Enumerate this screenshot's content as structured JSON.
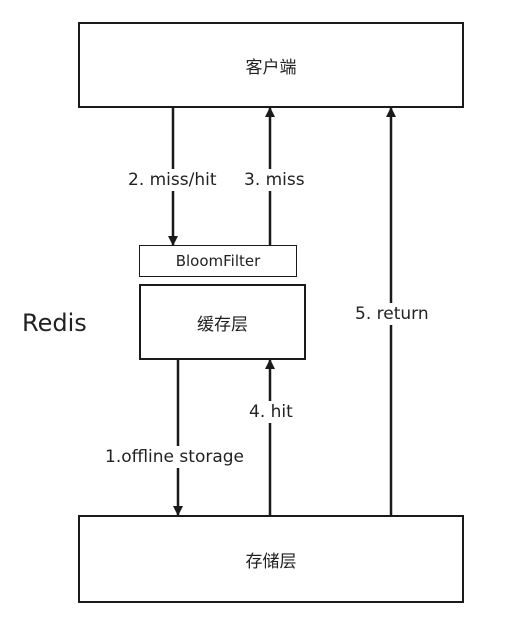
{
  "nodes": {
    "client": "客户端",
    "bloom_filter": "BloomFilter",
    "cache_layer": "缓存层",
    "storage_layer": "存储层"
  },
  "group_label": "Redis",
  "edges": {
    "miss_hit": "2. miss/hit",
    "miss": "3. miss",
    "offline_storage": "1.offline storage",
    "hit": "4. hit",
    "return": "5. return"
  }
}
